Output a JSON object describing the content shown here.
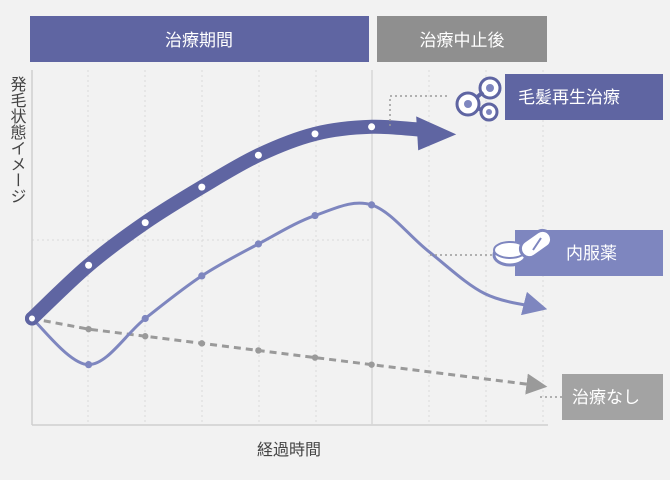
{
  "chart_data": {
    "type": "line",
    "phases": [
      {
        "label": "治療期間",
        "color": "#5f65a2"
      },
      {
        "label": "治療中止後",
        "color": "#8f8f8f"
      }
    ],
    "xlabel": "経過時間",
    "ylabel": "発毛状態イメージ",
    "grid": true,
    "series": [
      {
        "name": "毛髪再生治療",
        "color": "#5f65a2",
        "style": "thick-arrow",
        "icon": "molecule-icon",
        "points": [
          [
            0.0,
            0.3
          ],
          [
            0.1,
            0.45
          ],
          [
            0.2,
            0.57
          ],
          [
            0.3,
            0.67
          ],
          [
            0.4,
            0.76
          ],
          [
            0.5,
            0.82
          ],
          [
            0.6,
            0.84
          ],
          [
            0.7,
            0.83
          ],
          [
            0.8,
            0.8
          ],
          [
            0.9,
            0.76
          ]
        ]
      },
      {
        "name": "内服薬",
        "color": "#7e86bf",
        "style": "thin-arrow",
        "icon": "pill-icon",
        "points": [
          [
            0.0,
            0.3
          ],
          [
            0.1,
            0.17
          ],
          [
            0.2,
            0.3
          ],
          [
            0.3,
            0.42
          ],
          [
            0.4,
            0.51
          ],
          [
            0.5,
            0.59
          ],
          [
            0.6,
            0.62
          ],
          [
            0.7,
            0.49
          ],
          [
            0.8,
            0.37
          ],
          [
            0.9,
            0.33
          ]
        ]
      },
      {
        "name": "治療なし",
        "color": "#9a9a9a",
        "style": "dashed-arrow",
        "icon": "",
        "points": [
          [
            0.0,
            0.3
          ],
          [
            0.1,
            0.27
          ],
          [
            0.2,
            0.25
          ],
          [
            0.3,
            0.23
          ],
          [
            0.4,
            0.21
          ],
          [
            0.5,
            0.19
          ],
          [
            0.6,
            0.17
          ],
          [
            0.7,
            0.15
          ],
          [
            0.8,
            0.13
          ],
          [
            0.9,
            0.11
          ]
        ]
      }
    ]
  }
}
